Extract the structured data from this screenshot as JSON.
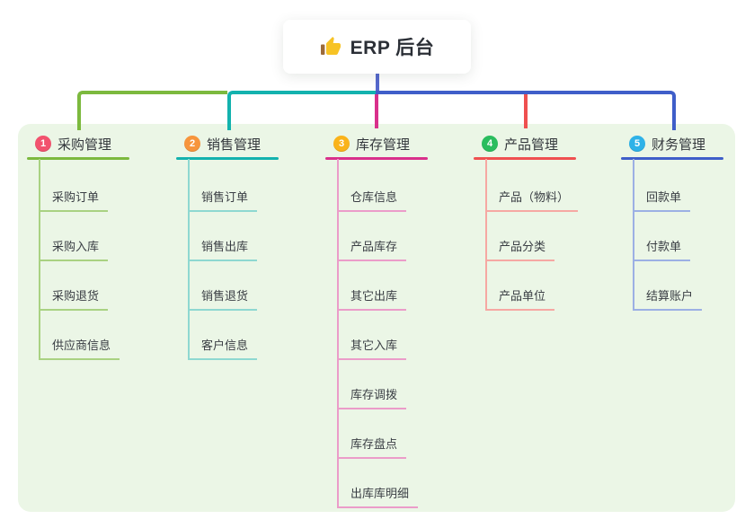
{
  "root": {
    "title": "ERP 后台",
    "icon": "thumbs-up-icon"
  },
  "colors": {
    "page_bg": "#ffffff",
    "panel_bg": "#ebf6e6",
    "trunk": "#5568cd",
    "root_text": "#2b2f36",
    "thumb_yellow": "#f7c325",
    "thumb_sleeve": "#9c6b3a"
  },
  "branches": [
    {
      "num": "1",
      "title": "采购管理",
      "color": "#7cb93e",
      "light": "#a9d282",
      "badge": "#f2526e",
      "children": [
        "采购订单",
        "采购入库",
        "采购退货",
        "供应商信息"
      ]
    },
    {
      "num": "2",
      "title": "销售管理",
      "color": "#13b2ae",
      "light": "#8ed8d1",
      "badge": "#f7953c",
      "children": [
        "销售订单",
        "销售出库",
        "销售退货",
        "客户信息"
      ]
    },
    {
      "num": "3",
      "title": "库存管理",
      "color": "#d9308b",
      "light": "#eb9cc9",
      "badge": "#fab31a",
      "children": [
        "仓库信息",
        "产品库存",
        "其它出库",
        "其它入库",
        "库存调拨",
        "库存盘点",
        "出库库明细"
      ]
    },
    {
      "num": "4",
      "title": "产品管理",
      "color": "#ef5050",
      "light": "#f6a8a3",
      "badge": "#2abd5e",
      "children": [
        "产品（物料）",
        "产品分类",
        "产品单位"
      ]
    },
    {
      "num": "5",
      "title": "财务管理",
      "color": "#3f5ec9",
      "light": "#9cb0e4",
      "badge": "#2eb2e8",
      "children": [
        "回款单",
        "付款单",
        "结算账户"
      ]
    }
  ]
}
